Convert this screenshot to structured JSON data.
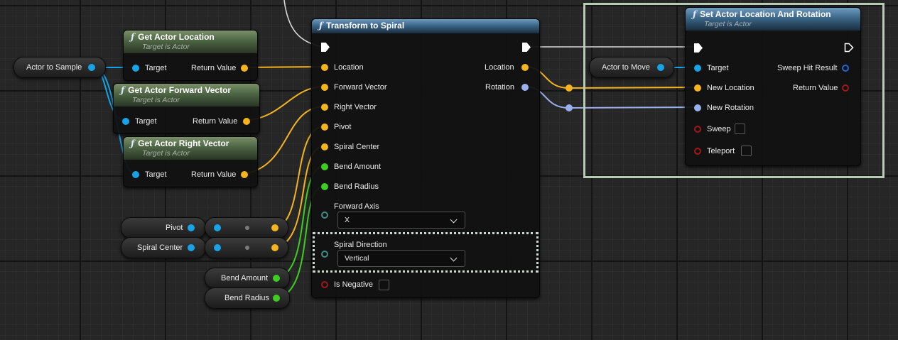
{
  "nodes": {
    "get_actor_location": {
      "title": "Get Actor Location",
      "subtitle": "Target is Actor",
      "target": "Target",
      "return": "Return Value"
    },
    "get_actor_forward_vector": {
      "title": "Get Actor Forward Vector",
      "subtitle": "Target is Actor",
      "target": "Target",
      "return": "Return Value"
    },
    "get_actor_right_vector": {
      "title": "Get Actor Right Vector",
      "subtitle": "Target is Actor",
      "target": "Target",
      "return": "Return Value"
    },
    "transform_to_spiral": {
      "title": "Transform to Spiral",
      "inputs": [
        "Location",
        "Forward Vector",
        "Right Vector",
        "Pivot",
        "Spiral Center",
        "Bend Amount",
        "Bend Radius"
      ],
      "outputs": [
        "Location",
        "Rotation"
      ],
      "forward_axis_label": "Forward Axis",
      "forward_axis_value": "X",
      "spiral_direction_label": "Spiral Direction",
      "spiral_direction_value": "Vertical",
      "is_negative_label": "Is Negative"
    },
    "set_actor_location_and_rotation": {
      "title": "Set Actor Location And Rotation",
      "subtitle": "Target is Actor",
      "inputs": [
        "Target",
        "New Location",
        "New Rotation",
        "Sweep",
        "Teleport"
      ],
      "outputs": [
        "Sweep Hit Result",
        "Return Value"
      ]
    }
  },
  "variables": {
    "actor_to_sample": "Actor to Sample",
    "actor_to_move": "Actor to Move",
    "pivot": "Pivot",
    "spiral_center": "Spiral Center",
    "bend_amount": "Bend Amount",
    "bend_radius": "Bend Radius"
  },
  "colors": {
    "object_pin": "#17a3e6",
    "vector_pin": "#f5b41d",
    "float_pin": "#3ecd22",
    "rotator_pin": "#9ab0ee",
    "bool_pin": "#a11818",
    "struct_pin": "#2a64d4",
    "exec_wire": "#d8d8d8",
    "selection": "#b8cbb6"
  }
}
